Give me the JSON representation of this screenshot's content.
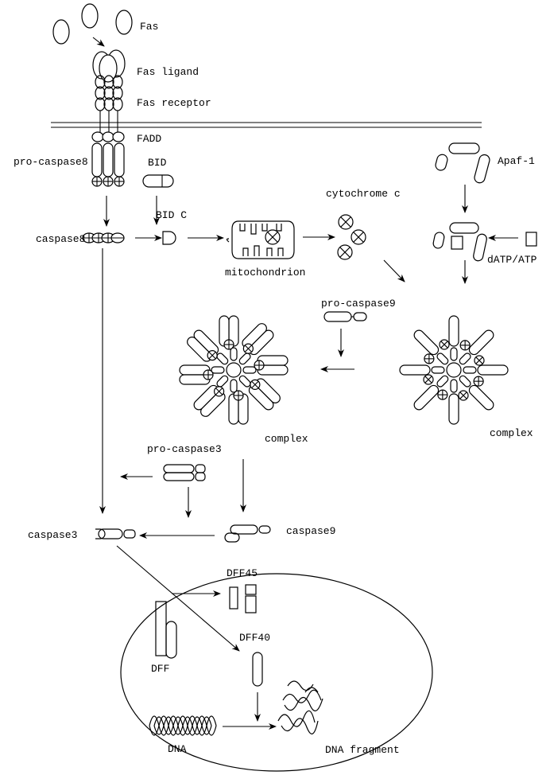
{
  "labels": {
    "fas": "Fas",
    "fas_ligand": "Fas ligand",
    "fas_receptor": "Fas receptor",
    "fadd": "FADD",
    "pro_caspase8": "pro-caspase8",
    "bid": "BID",
    "apaf1": "Apaf-1",
    "cytochrome_c": "cytochrome c",
    "caspase8": "caspase8",
    "bid_c": "BID C",
    "mitochondrion": "mitochondrion",
    "datp_atp": "dATP/ATP",
    "pro_caspase9": "pro-caspase9",
    "complex_left": "complex",
    "complex_right": "complex",
    "pro_caspase3": "pro-caspase3",
    "caspase9": "caspase9",
    "caspase3": "caspase3",
    "dff45": "DFF45",
    "dff40": "DFF40",
    "dff": "DFF",
    "dna": "DNA",
    "dna_fragment": "DNA fragment"
  }
}
